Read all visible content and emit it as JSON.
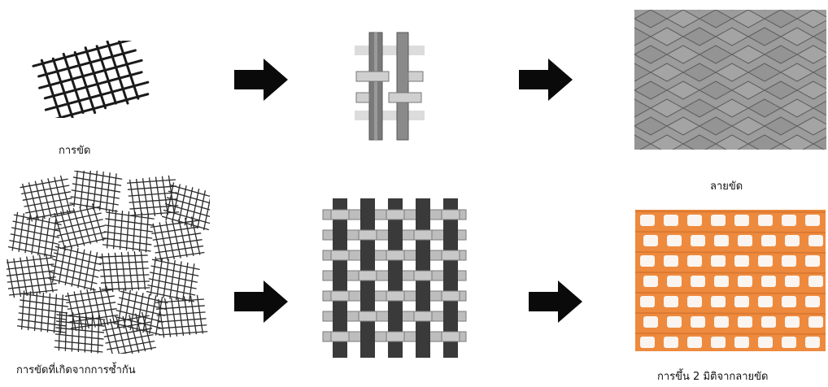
{
  "captions": {
    "weave": "การขัด",
    "weave_pattern": "ลายขัด",
    "overlap_weave": "การขัดที่เกิดจากการซ้ำกัน",
    "two_d_from_pattern": "การขึ้น 2 มิติจากลายขัด"
  },
  "colors": {
    "arrow": "#0a0a0a",
    "sketch": "#1a1a1a",
    "warp_dark": "#7a7a7a",
    "warp_light": "#9a9a9a",
    "weft_light": "#cfcfcf",
    "weft_pale": "#dcdcdc",
    "grid_dark": "#3a3a3a",
    "grid_weft": "#bdbdbd",
    "tile": "#9c9c9c",
    "tile_line": "#5f5f5f",
    "textile_orange": "#ee8a3e",
    "textile_white": "#fbfbfb"
  }
}
